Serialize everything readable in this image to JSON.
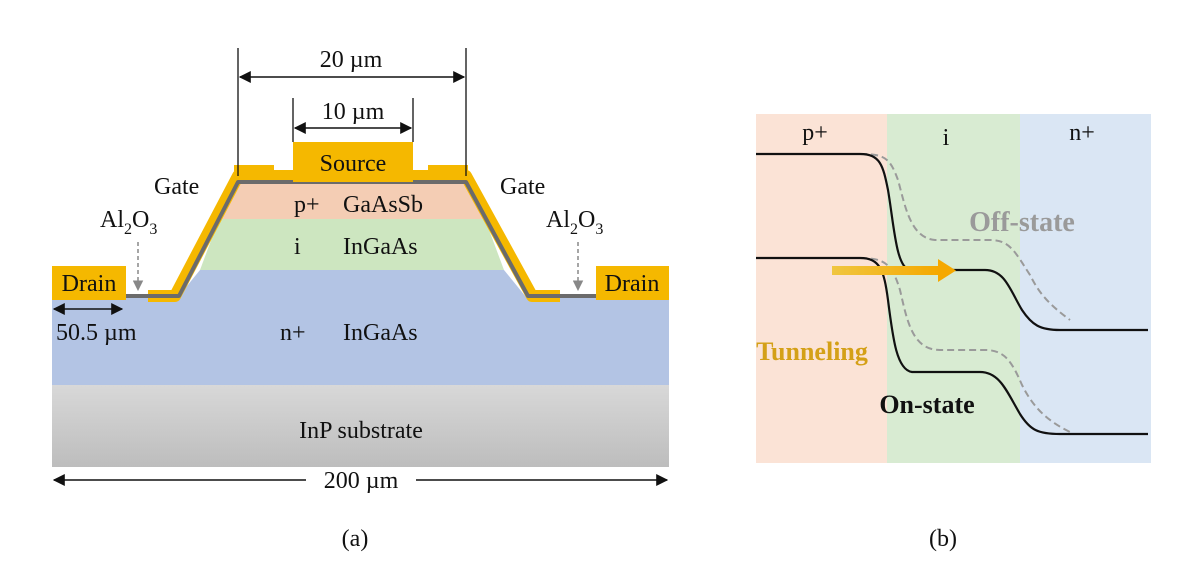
{
  "panel_a": {
    "dim_total": "200 µm",
    "dim_mesa": "20 µm",
    "dim_source": "10 µm",
    "dim_drain_offset": "50.5 µm",
    "source": "Source",
    "gate_left": "Gate",
    "gate_right": "Gate",
    "oxide_left": {
      "base": "Al",
      "sub1": "2",
      "mid": "O",
      "sub2": "3"
    },
    "oxide_right": {
      "base": "Al",
      "sub1": "2",
      "mid": "O",
      "sub2": "3"
    },
    "drain_left": "Drain",
    "drain_right": "Drain",
    "layer_p": {
      "type": "p+",
      "material": "GaAsSb"
    },
    "layer_i": {
      "type": "i",
      "material": "InGaAs"
    },
    "layer_n": {
      "type": "n+",
      "material": "InGaAs"
    },
    "substrate": "InP substrate",
    "caption": "(a)"
  },
  "panel_b": {
    "region_p": "p+",
    "region_i": "i",
    "region_n": "n+",
    "off_state": "Off-state",
    "on_state": "On-state",
    "tunneling": "Tunneling",
    "caption": "(b)"
  },
  "colors": {
    "gold": "#f5b800",
    "oxide": "#6b6b6b",
    "p_layer": "#f4cdb4",
    "i_layer": "#cde6c0",
    "n_layer": "#b3c4e4",
    "substrate": "#d0d0d0",
    "band_p_bg": "#fbe3d6",
    "band_i_bg": "#d8ebd2",
    "band_n_bg": "#dae6f4",
    "tunnel_text": "#d4a017",
    "off_text": "#9a9a9a"
  }
}
